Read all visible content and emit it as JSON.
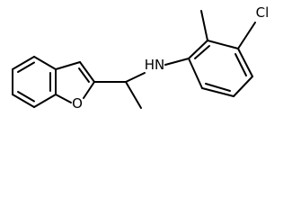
{
  "structure": {
    "atoms": {
      "amine": "HN",
      "chlorine": "Cl",
      "oxygen": "O"
    }
  }
}
